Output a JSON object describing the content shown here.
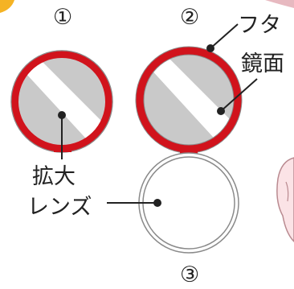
{
  "labels": {
    "mirror_one_number": "①",
    "mirror_two_number": "②",
    "lens_number": "③",
    "lid_label": "フタ",
    "mirror_label": "鏡面",
    "lens_label_line1": "拡大",
    "lens_label_line2": "レンズ"
  },
  "colors": {
    "rim_red": "#d1131c",
    "glass_gray": "#c9c9c9",
    "stroke_gray": "#8a8a8a",
    "leader_line": "#222222",
    "background": "#ffffff"
  }
}
